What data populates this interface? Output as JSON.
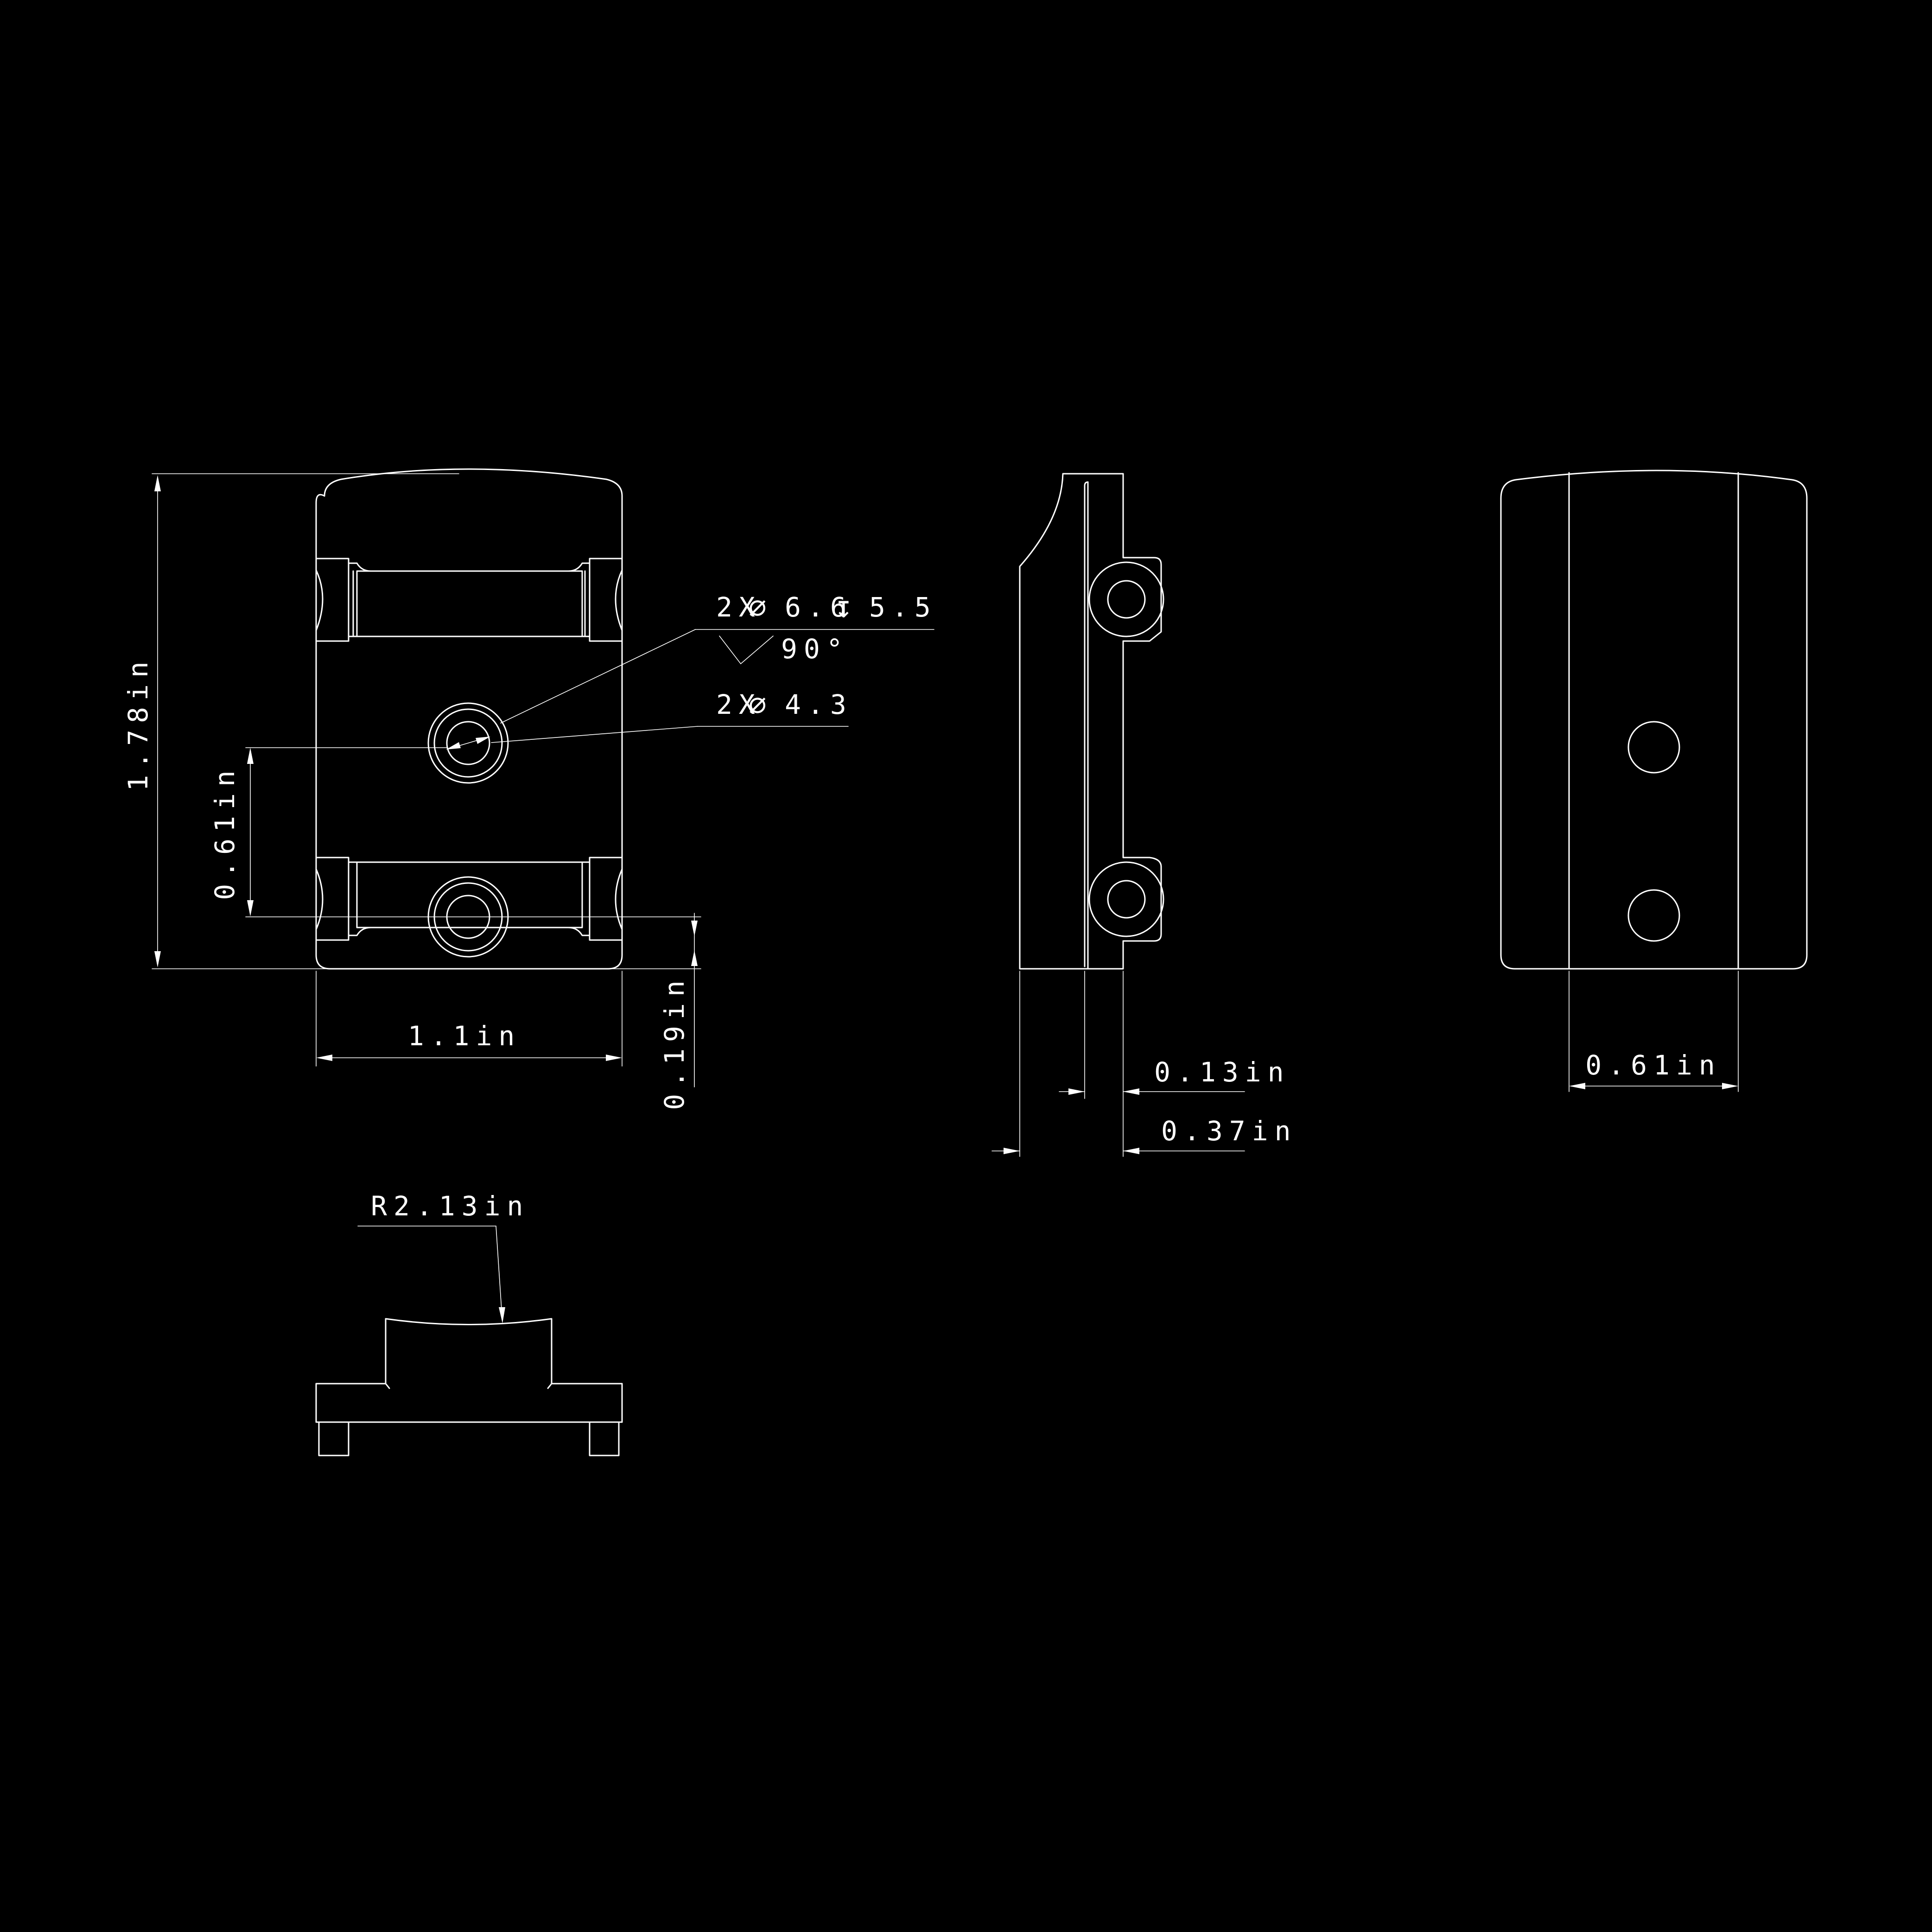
{
  "colors": {
    "background": "#000000",
    "lines": "#ffffff"
  },
  "dimensions": {
    "top_height": "1.78in",
    "top_hole_offset": "0.61in",
    "top_width": "1.1in",
    "top_edge_offset": "0.19in",
    "counterbore_qty": "2X",
    "counterbore_dia": "6.6",
    "counterbore_depth": "5.5",
    "countersink_angle": "90°",
    "through_qty": "2X",
    "through_dia": "4.3",
    "side_lip": "0.13in",
    "side_depth": "0.37in",
    "back_width": "0.61in",
    "front_radius": "R2.13in"
  },
  "symbols": {
    "diameter": "⌀",
    "depth": "↧"
  }
}
